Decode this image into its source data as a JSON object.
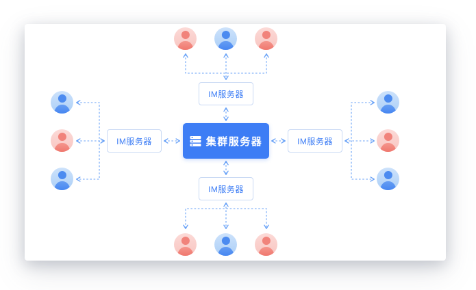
{
  "diagram": {
    "title_hint": "IM cluster server topology",
    "center_server": {
      "label": "集群服务器",
      "icon": "server-stack-icon"
    },
    "im_server_top": {
      "label": "IM服务器"
    },
    "im_server_bottom": {
      "label": "IM服务器"
    },
    "im_server_left": {
      "label": "IM服务器"
    },
    "im_server_right": {
      "label": "IM服务器"
    },
    "user_groups": {
      "top": [
        "red",
        "blue",
        "red"
      ],
      "bottom": [
        "red",
        "blue",
        "red"
      ],
      "left": [
        "blue",
        "red",
        "blue"
      ],
      "right": [
        "blue",
        "red",
        "blue"
      ]
    },
    "colors": {
      "primary_blue": "#3D7DF5",
      "connector_blue": "#69A2F7",
      "im_box_border": "#C9D9F4",
      "avatar_blue_bg": "#B9D7F9",
      "avatar_blue_person": "#4C8BF0",
      "avatar_red_bg": "#FAD0CC",
      "avatar_red_person": "#F0786F",
      "card_background": "#FFFFFF"
    }
  }
}
